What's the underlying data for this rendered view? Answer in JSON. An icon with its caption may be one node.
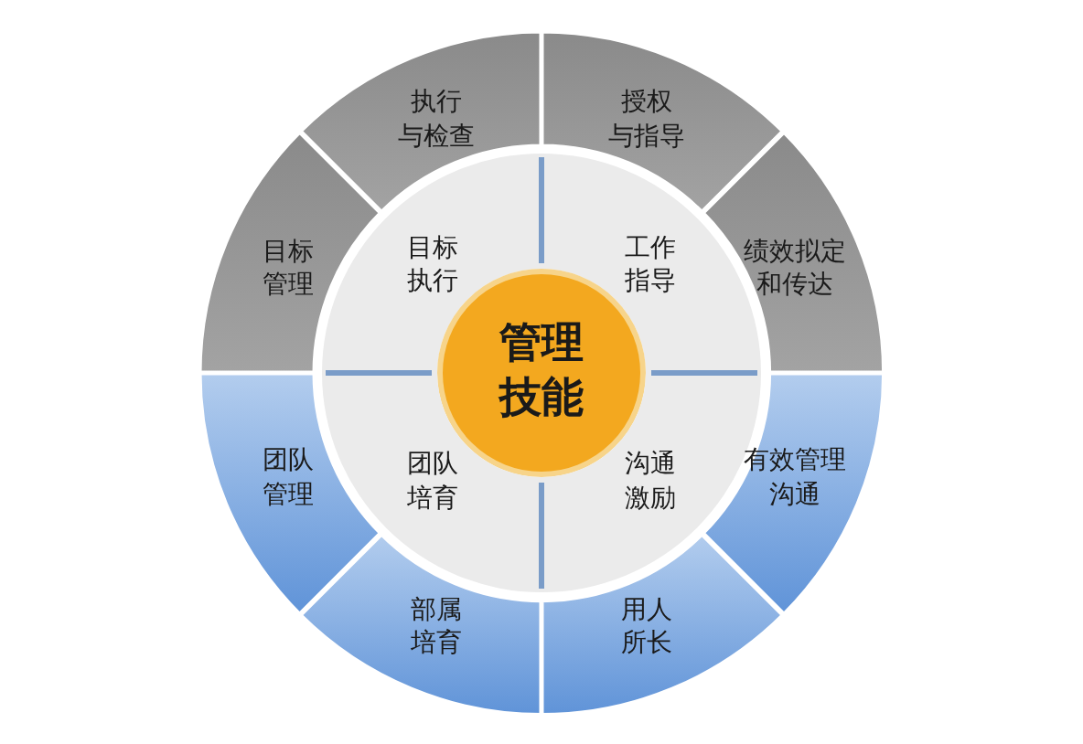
{
  "diagram": {
    "nodes": [
      {
        "text": [
          "执行与检查"
        ]
      },
      {
        "text": [
          "授权与指导"
        ]
      },
      {
        "text": [
          "目标管理"
        ]
      },
      {
        "text": [
          "目标执行"
        ]
      },
      {
        "text": [
          "工作指导"
        ]
      },
      {
        "text": [
          "绩效拟定和传达"
        ]
      },
      {
        "text": [
          "管理技能"
        ]
      },
      {
        "text": [
          "团队管理"
        ]
      },
      {
        "text": [
          "团队培育"
        ]
      },
      {
        "text": [
          "沟通激励"
        ]
      },
      {
        "text": [
          "有效管理沟通"
        ]
      },
      {
        "text": [
          "部属培育"
        ]
      },
      {
        "text": [
          "用人所长"
        ]
      }
    ]
  }
}
